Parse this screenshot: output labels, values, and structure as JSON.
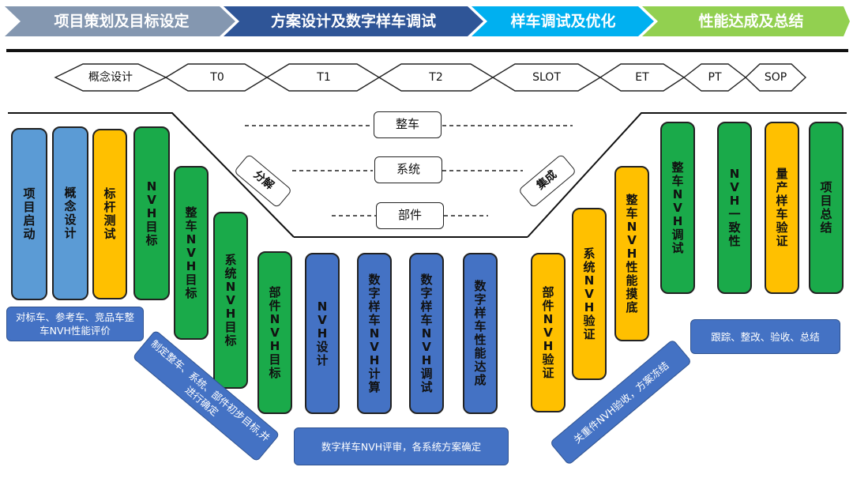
{
  "colors": {
    "phase1": "#8497b0",
    "phase2": "#2f5597",
    "phase3": "#00b0f0",
    "phase4": "#92d050",
    "blue_light": "#5b9bd5",
    "blue_dark": "#4472c4",
    "yellow": "#ffc000",
    "green": "#1aaa4a"
  },
  "phases": [
    {
      "label": "项目策划及目标设定"
    },
    {
      "label": "方案设计及数字样车调试"
    },
    {
      "label": "样车调试及优化"
    },
    {
      "label": "性能达成及总结"
    }
  ],
  "milestones": [
    {
      "label": "概念设计"
    },
    {
      "label": "T0"
    },
    {
      "label": "T1"
    },
    {
      "label": "T2"
    },
    {
      "label": "SLOT"
    },
    {
      "label": "ET"
    },
    {
      "label": "PT"
    },
    {
      "label": "SOP"
    }
  ],
  "levels": {
    "vehicle": "整车",
    "system": "系统",
    "component": "部件",
    "decompose": "分解",
    "integrate": "集成"
  },
  "steps": [
    {
      "label": "项目启动",
      "color": "blue_light"
    },
    {
      "label": "概念设计",
      "color": "blue_light"
    },
    {
      "label": "标杆测试",
      "color": "yellow"
    },
    {
      "label": "NVH目标",
      "color": "green"
    },
    {
      "label": "整车NVH目标",
      "color": "green"
    },
    {
      "label": "系统NVH目标",
      "color": "green"
    },
    {
      "label": "部件NVH目标",
      "color": "green"
    },
    {
      "label": "NVH设计",
      "color": "blue_dark"
    },
    {
      "label": "数字样车NVH计算",
      "color": "blue_dark"
    },
    {
      "label": "数字样车NVH调试",
      "color": "blue_dark"
    },
    {
      "label": "数字样车性能达成",
      "color": "blue_dark"
    },
    {
      "label": "部件NVH验证",
      "color": "yellow"
    },
    {
      "label": "系统NVH验证",
      "color": "yellow"
    },
    {
      "label": "整车NVH性能摸底",
      "color": "yellow"
    },
    {
      "label": "整车NVH调试",
      "color": "green"
    },
    {
      "label": "NVH一致性",
      "color": "green"
    },
    {
      "label": "量产样车验证",
      "color": "yellow"
    },
    {
      "label": "项目总结",
      "color": "green"
    }
  ],
  "notes": {
    "benchmark": "对标车、参考车、竞品车整车NVH性能评价",
    "targets": "制定整车、系统、部件初步目标,并进行确定",
    "review": "数字样车NVH评审，各系统方案确定",
    "acceptance": "关重件NVH验收，方案冻结",
    "tracking": "跟踪、整改、验收、总结"
  }
}
